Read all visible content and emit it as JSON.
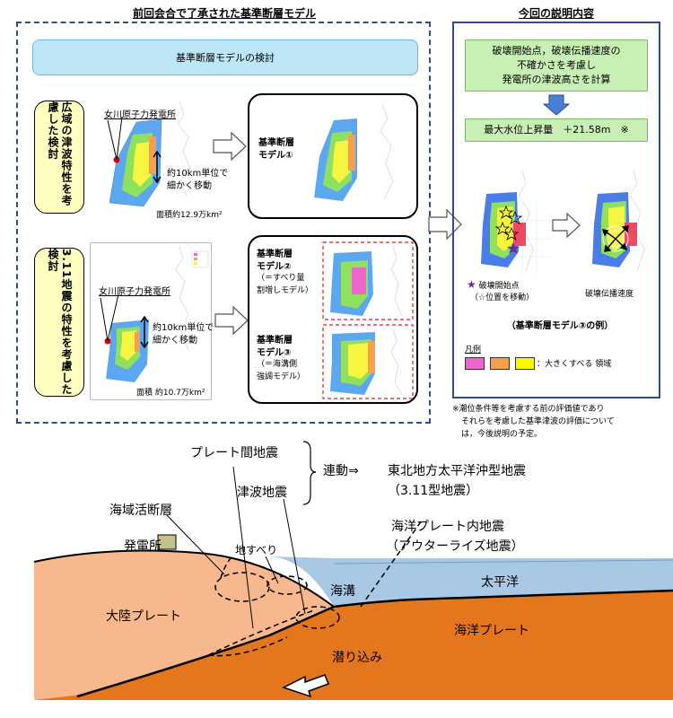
{
  "top_left": {
    "section_title": "前回会合で了承された基準断層モデル",
    "header_box": "基準断層モデルの検討",
    "row1": {
      "label": "広域の津波特性を考慮した検討",
      "plant_name": "女川原子力発電所",
      "move_note_line1": "約10km単位で",
      "move_note_line2": "細かく移動",
      "area": "面積約12.9万km²",
      "model_title_line1": "基準断層",
      "model_title_line2": "モデル①"
    },
    "row2": {
      "label": "3.11地震の特性を考慮した検討",
      "plant_name": "女川原子力発電所",
      "move_note_line1": "約10km単位で",
      "move_note_line2": "細かく移動",
      "area": "面積 約10.7万km²",
      "model2_line1": "基準断層",
      "model2_line2": "モデル②",
      "model2_line3": "（＝すべり量",
      "model2_line4": "割増しモデル）",
      "model3_line1": "基準断層",
      "model3_line2": "モデル③",
      "model3_line3": "（＝海溝側",
      "model3_line4": "強調モデル）"
    }
  },
  "top_right": {
    "section_title": "今回の説明内容",
    "desc_line1": "破壊開始点，破壊伝播速度の",
    "desc_line2": "不確かさを考慮し",
    "desc_line3": "発電所の津波高さを計算",
    "result": "最大水位上昇量　＋21.58m　※",
    "rupture_start": "破壊開始点",
    "rupture_move": "（☆位置を移動）",
    "propagation": "破壊伝播速度",
    "example_caption": "（基準断層モデル③の例）",
    "legend_title": "凡例",
    "legend_text": "：大きくすべる 領域",
    "legend_colors": [
      "#ee66cc",
      "#f5a04a",
      "#f7f700"
    ],
    "note_line1": "※潮位条件等を考慮する前の評価値であり",
    "note_line2": "それらを考慮した基準津波の評価について",
    "note_line3": "は，今後説明の予定。"
  },
  "bottom": {
    "interplate": "プレート間地震",
    "tsunami_eq": "津波地震",
    "linked": "連動⇒",
    "tohoku_type": "東北地方太平洋沖型地震",
    "type_311": "（3.11型地震）",
    "active_fault": "海域活断層",
    "intraplate_line1": "海洋プレート内地震",
    "intraplate_line2": "（アウターライズ地震）",
    "power_plant": "発電所",
    "slip": "地すべり",
    "trench": "海溝",
    "pacific": "太平洋",
    "continental_plate": "大陸プレート",
    "oceanic_plate": "海洋プレート",
    "subduction": "潜り込み"
  }
}
